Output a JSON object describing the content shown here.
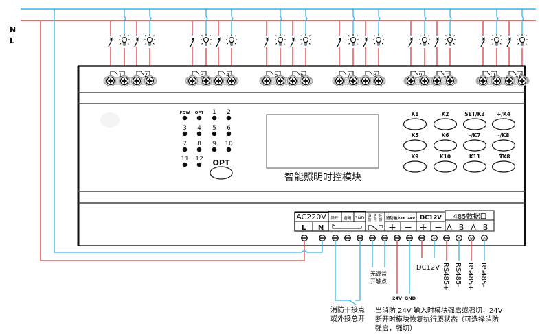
{
  "colors": {
    "neutral": "#3ab4e8",
    "live": "#e03a3e",
    "outline": "#222222",
    "terminal": "#9a9a9a"
  },
  "bus_labels": {
    "N": "N",
    "L": "L"
  },
  "relay_groups": [
    {
      "channels": [
        "1",
        "2"
      ]
    },
    {
      "channels": [
        "3",
        "4"
      ]
    },
    {
      "channels": [
        "5",
        "6"
      ]
    },
    {
      "channels": [
        "7",
        "8"
      ]
    },
    {
      "channels": [
        "9",
        "10"
      ]
    },
    {
      "channels": [
        "11",
        "12"
      ]
    }
  ],
  "indicators": [
    {
      "label": "POW"
    },
    {
      "label": "OPT"
    },
    {
      "label": "1"
    },
    {
      "label": "2"
    },
    {
      "label": "3"
    },
    {
      "label": "4"
    },
    {
      "label": "5"
    },
    {
      "label": "6"
    },
    {
      "label": "7"
    },
    {
      "label": "8"
    },
    {
      "label": "9"
    },
    {
      "label": "10"
    },
    {
      "label": "11"
    },
    {
      "label": "12"
    }
  ],
  "opt_button": {
    "label": "OPT"
  },
  "module_title": "智能照明时控模块",
  "keys": [
    {
      "label": "K1"
    },
    {
      "label": "K2"
    },
    {
      "label": "SET/K3"
    },
    {
      "label": "+/K4"
    },
    {
      "label": "K5"
    },
    {
      "label": "K6"
    },
    {
      "label": "-/K7"
    },
    {
      "label": "-/K8"
    },
    {
      "label": "K9"
    },
    {
      "label": "K10"
    },
    {
      "label": "K11"
    },
    {
      "label": "K8",
      "icon": "return-arrow"
    }
  ],
  "terminal_block": {
    "ac": {
      "title": "AC220V",
      "pins": [
        "L",
        "N"
      ]
    },
    "ext": {
      "top": [
        "异开",
        "备用",
        "GND"
      ]
    },
    "fire_feedback": {
      "top": [
        "消防",
        "信号",
        "反馈"
      ]
    },
    "fire_input": {
      "title": "消防输入DC24V",
      "pins": [
        "+",
        "−"
      ]
    },
    "dc12": {
      "title": "DC12V",
      "pins": [
        "+",
        "−"
      ]
    },
    "rs485": {
      "title": "485数据口",
      "pins": [
        "A",
        "B",
        "A",
        "B"
      ]
    }
  },
  "annotations": {
    "dry_contact": "消防干接点\n或外接总开",
    "no_contact": "无源常\n开触点",
    "v24": "24V",
    "gnd": "GND",
    "dc12v": "DC12V",
    "rs485": [
      "RS485+",
      "RS485-",
      "RS485+",
      "RS485-"
    ],
    "fire_note": [
      "当消防 24V 输入时模块强启或强切，24V",
      "断开时模块恢复执行原状态（可选择消防",
      "强启，强切）"
    ]
  }
}
